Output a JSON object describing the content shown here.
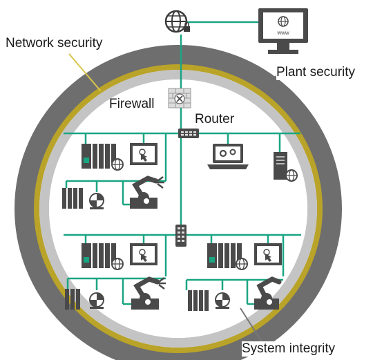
{
  "labels": {
    "network_security": "Network security",
    "plant_security": "Plant security",
    "firewall": "Firewall",
    "router": "Router",
    "system_integrity": "System integrity"
  },
  "icons": {
    "monitor_screen_text": "www"
  },
  "colors": {
    "outer_ring": "#6e6e6e",
    "gold_ring": "#b9a328",
    "silver_ring": "#c4c4c4",
    "network_line": "#1aa582",
    "device_fill": "#4a4a4a",
    "callout_line_gold": "#d9c54a"
  }
}
